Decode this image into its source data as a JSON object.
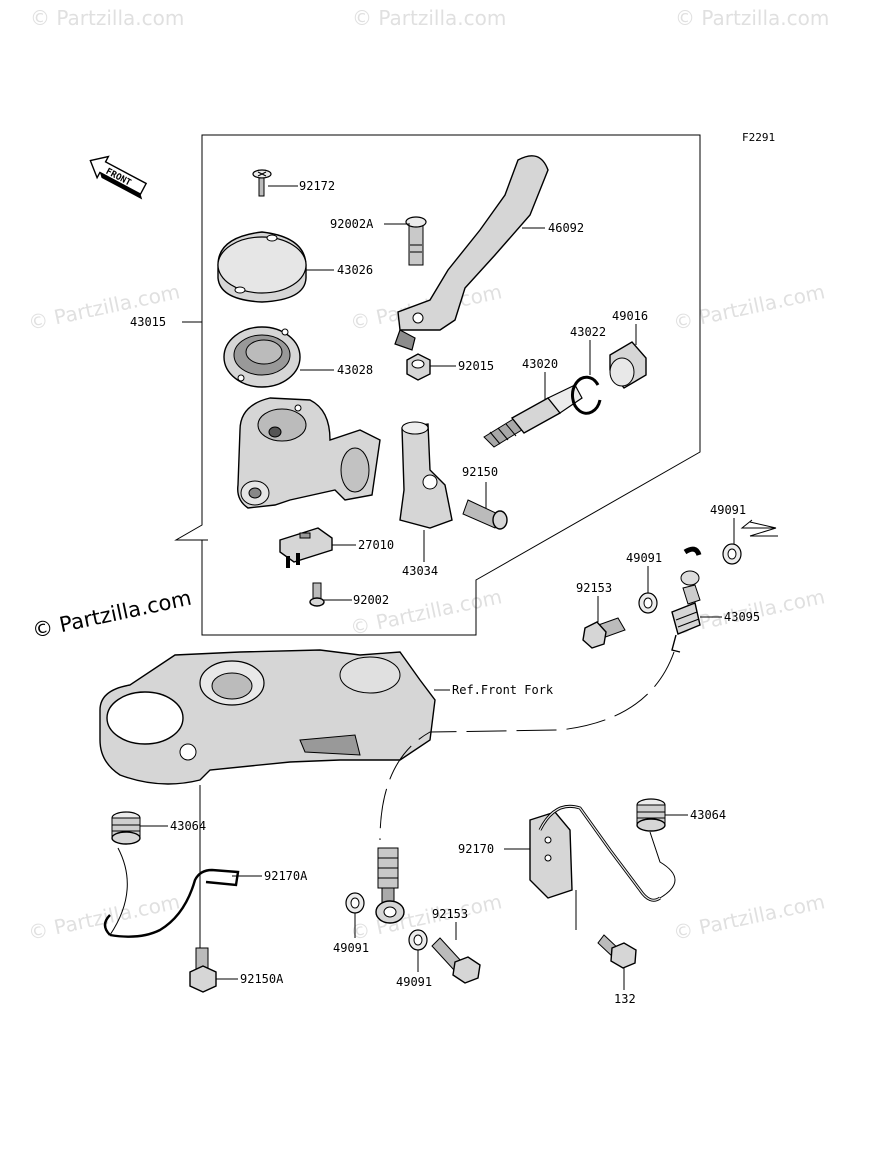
{
  "figure_code": "F2291",
  "front_arrow_text": "FRONT",
  "copyright_text": "© Partzilla.com",
  "watermark_text": "© Partzilla.com",
  "parts": {
    "p92172": "92172",
    "p92002A": "92002A",
    "p46092": "46092",
    "p43026": "43026",
    "p43015": "43015",
    "p49016": "49016",
    "p43022": "43022",
    "p43028": "43028",
    "p92015": "92015",
    "p43020": "43020",
    "p92150": "92150",
    "p27010": "27010",
    "p43034": "43034",
    "p92002": "92002",
    "p49091_a": "49091",
    "p49091_b": "49091",
    "p92153_a": "92153",
    "p43095": "43095",
    "ref_front_fork": "Ref.Front Fork",
    "p43064_a": "43064",
    "p43064_b": "43064",
    "p92170A": "92170A",
    "p92170": "92170",
    "p92150A": "92150A",
    "p92153_b": "92153",
    "p49091_c": "49091",
    "p49091_d": "49091",
    "p132": "132"
  }
}
